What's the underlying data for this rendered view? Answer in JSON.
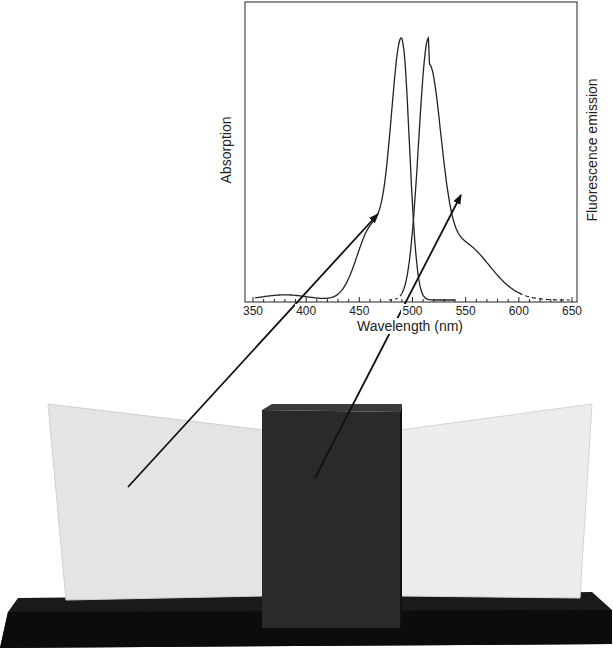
{
  "diagram": {
    "labels": [
      "Absorption",
      "Fluorescence emission",
      "350",
      "400",
      "450",
      "500",
      "550",
      "600",
      "650",
      "Wavelength (nm)"
    ]
  }
}
